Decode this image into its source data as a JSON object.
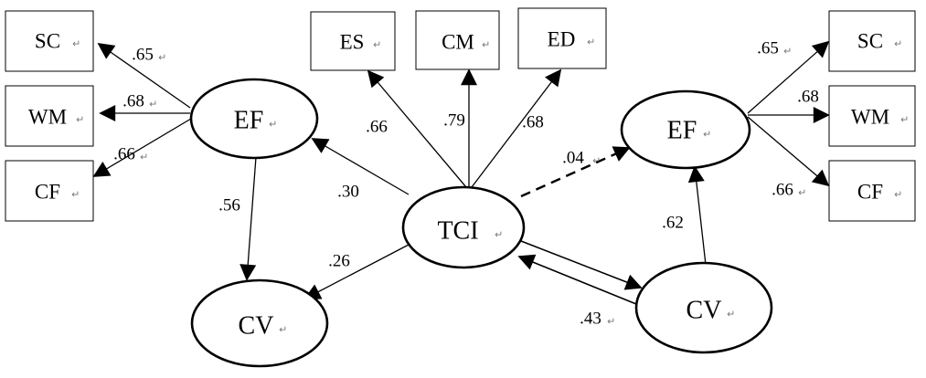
{
  "diagram": {
    "nodes": {
      "sc_left": "SC",
      "wm_left": "WM",
      "cf_left": "CF",
      "ef_left": "EF",
      "cv_left": "CV",
      "es": "ES",
      "cm": "CM",
      "ed": "ED",
      "tci": "TCI",
      "ef_right": "EF",
      "cv_right": "CV",
      "sc_right": "SC",
      "wm_right": "WM",
      "cf_right": "CF"
    },
    "paragraph_mark": "↵",
    "coefficients": {
      "ef_left_sc": ".65",
      "ef_left_wm": ".68",
      "ef_left_cf": ".66",
      "ef_left_cv_left": ".56",
      "tci_ef_left": ".30",
      "tci_cv_left": ".26",
      "tci_es": ".66",
      "tci_cm": ".79",
      "tci_ed": ".68",
      "tci_ef_right": ".04",
      "cv_right_tci": ".43",
      "cv_right_ef_right": ".62",
      "ef_right_sc": ".65",
      "ef_right_wm": ".68",
      "ef_right_cf": ".66"
    }
  }
}
